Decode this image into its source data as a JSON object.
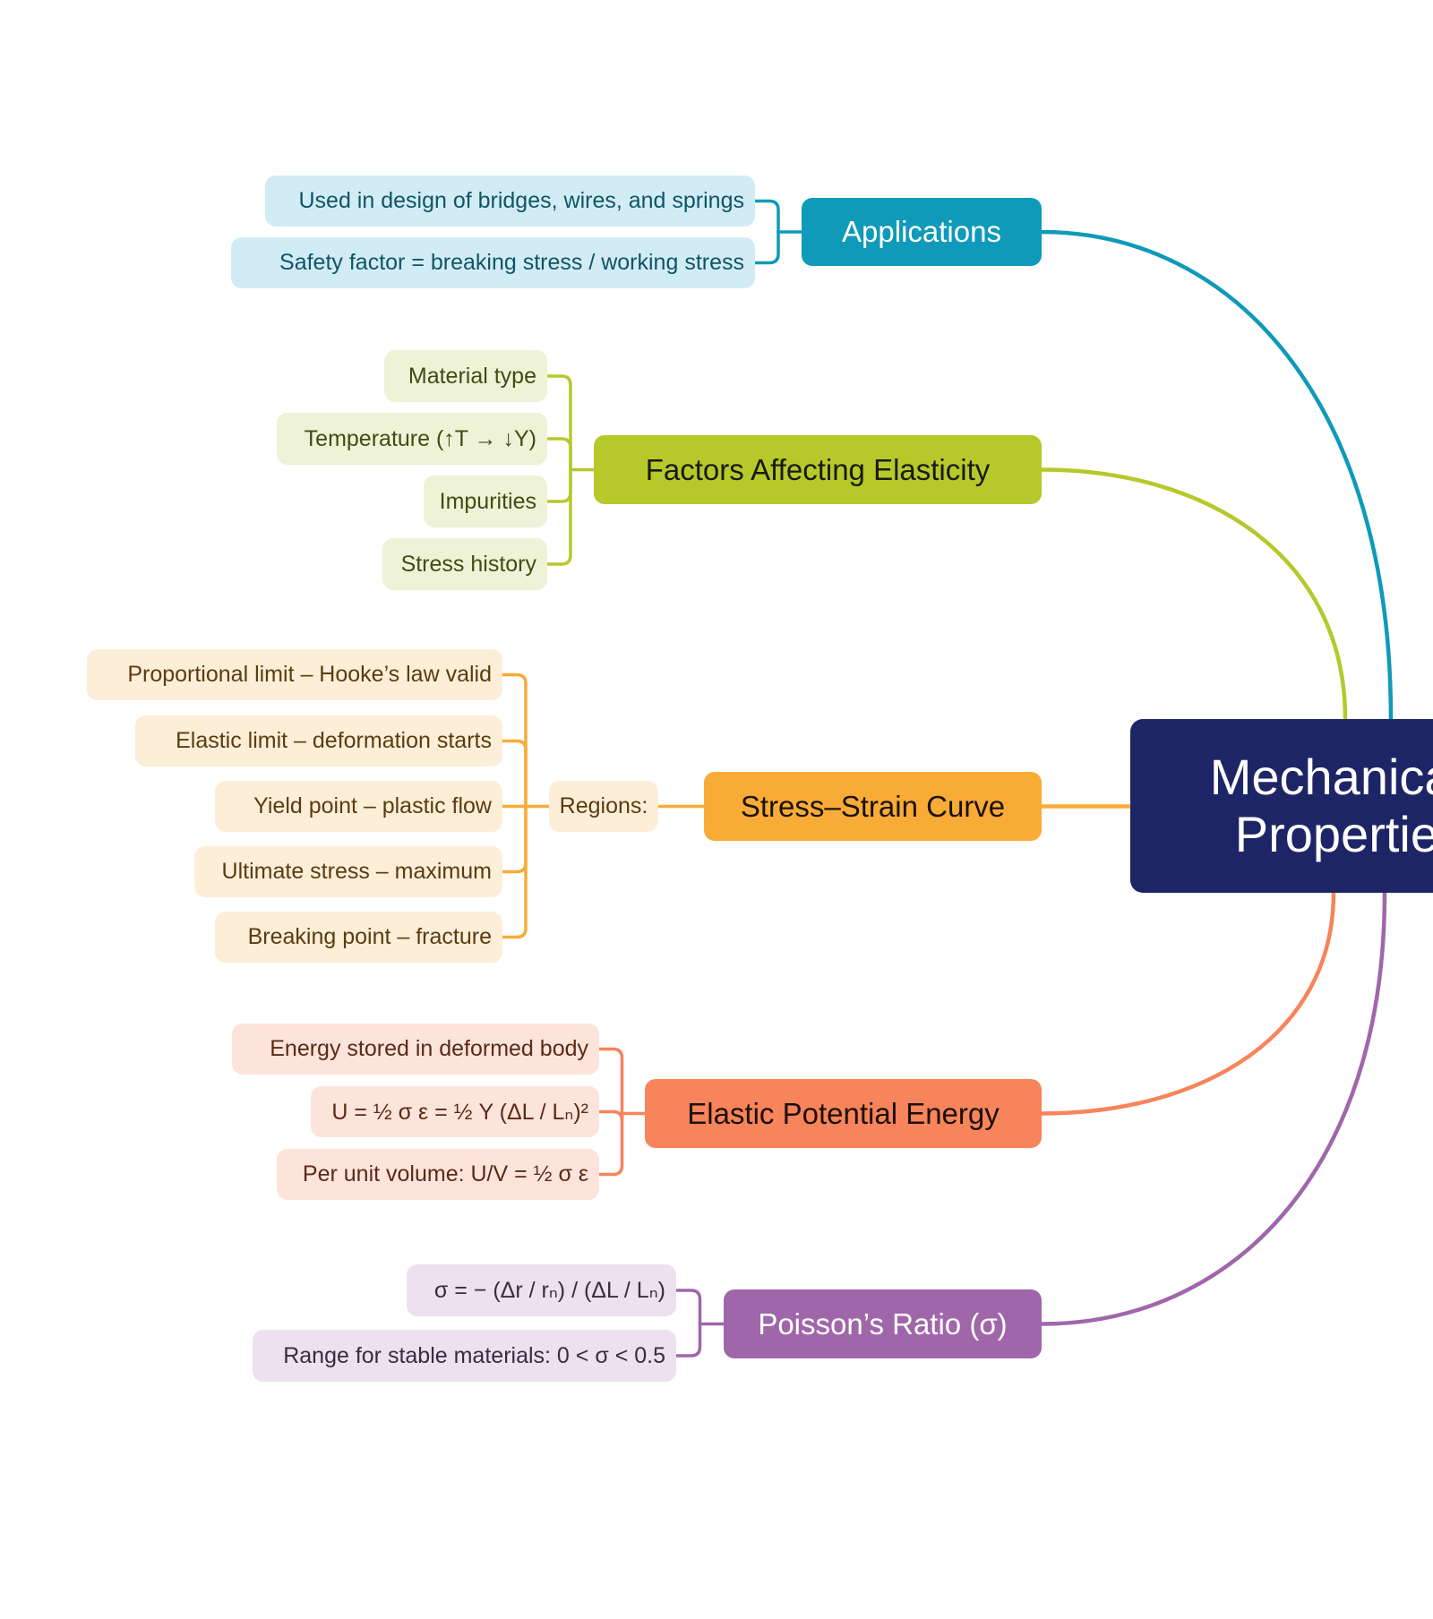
{
  "central": {
    "line1": "Mechanical",
    "line2": "Properties",
    "color": "#1e2566"
  },
  "branches": [
    {
      "id": "applications",
      "label": "Applications",
      "color": "#0e9ab8",
      "text_color": "#ffffff",
      "leaf_bg": "#d2ecf5",
      "leaf_text": "#0f5566",
      "leaves": [
        "Used in design of bridges, wires, and springs",
        "Safety factor = breaking stress / working stress"
      ]
    },
    {
      "id": "factors",
      "label": "Factors Affecting Elasticity",
      "color": "#b5c92a",
      "text_color": "#1a1a10",
      "leaf_bg": "#eef3d8",
      "leaf_text": "#454a12",
      "leaves": [
        "Material type",
        "Temperature (↑T → ↓Y)",
        "Impurities",
        "Stress history"
      ]
    },
    {
      "id": "stress-strain",
      "label": "Stress–Strain Curve",
      "color": "#f9ab37",
      "text_color": "#1a1208",
      "leaf_bg": "#fdeed8",
      "leaf_text": "#5a3c0f",
      "intermediate": "Regions:",
      "leaves": [
        "Proportional limit – Hooke’s law valid",
        "Elastic limit – deformation starts",
        "Yield point – plastic flow",
        "Ultimate stress – maximum",
        "Breaking point – fracture"
      ]
    },
    {
      "id": "elastic-pe",
      "label": "Elastic Potential Energy",
      "color": "#f7845a",
      "text_color": "#1c0f08",
      "leaf_bg": "#fde4db",
      "leaf_text": "#5a2a18",
      "leaves": [
        "Energy stored in deformed body",
        "U = ½ σ ε = ½ Y (ΔL / Lₙ)²",
        "Per unit volume: U/V = ½ σ ε"
      ]
    },
    {
      "id": "poisson",
      "label": "Poisson’s Ratio (σ)",
      "color": "#a066aa",
      "text_color": "#ffffff",
      "leaf_bg": "#ede1ef",
      "leaf_text": "#3c2a40",
      "leaves": [
        "σ = − (Δr / rₙ) / (ΔL / Lₙ)",
        "Range for stable materials: 0 < σ < 0.5"
      ]
    }
  ]
}
